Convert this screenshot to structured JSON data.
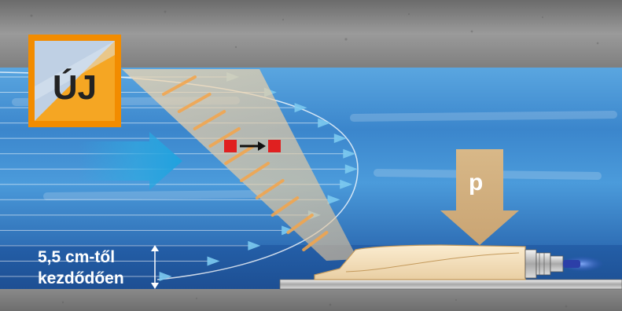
{
  "badge": {
    "label": "ÚJ",
    "frame_color": "#F28C00",
    "fill_color": "#F5A623"
  },
  "pressure": {
    "label": "p",
    "color": "#D9B98C"
  },
  "measurement": {
    "line1": "5,5 cm-től",
    "line2": "kezdődően"
  },
  "colors": {
    "water": "#3E8ACF",
    "concrete": "#8E8E8E",
    "flow_arrow": "#2FA8E0",
    "beam": "#E8C89A",
    "sensor": "#F3DDB5",
    "marker": "#E02020"
  },
  "icons": {
    "flow": "big-flow-arrow-icon",
    "transit": "ultrasonic-transit-marker-icon",
    "pressure": "pressure-arrow-icon",
    "sensor": "sensor-device-icon",
    "height": "double-arrow-height-icon"
  }
}
